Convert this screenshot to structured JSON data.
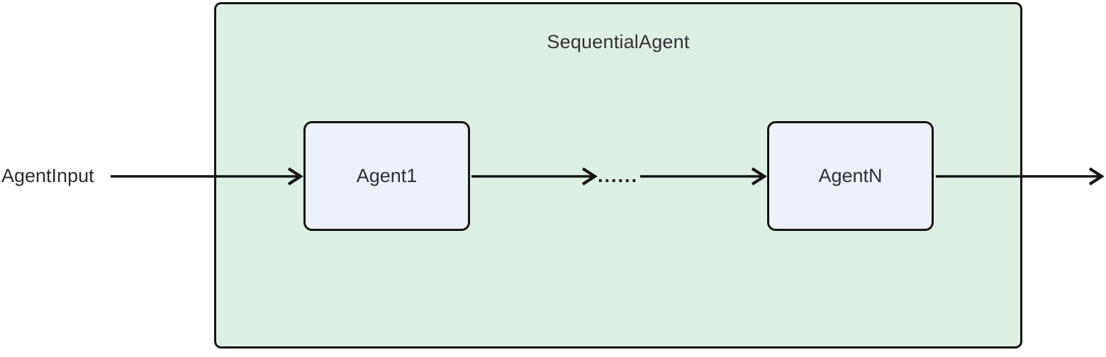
{
  "diagram": {
    "type": "flowchart",
    "direction": "left-to-right",
    "cluster": {
      "label": "SequentialAgent",
      "fill_color": "#def0e4",
      "border_color": "#141414"
    },
    "external_input": {
      "label": "AgentInput"
    },
    "nodes": [
      {
        "id": "agent1",
        "label": "Agent1",
        "fill_color": "#edf1fb",
        "border_color": "#141414"
      },
      {
        "id": "agentN",
        "label": "AgentN",
        "fill_color": "#edf1fb",
        "border_color": "#141414"
      }
    ],
    "ellipsis": {
      "label": "......"
    },
    "edges": [
      {
        "from": "AgentInput",
        "to": "Agent1"
      },
      {
        "from": "Agent1",
        "to": "ellipsis"
      },
      {
        "from": "ellipsis",
        "to": "AgentN"
      },
      {
        "from": "AgentN",
        "to": "output"
      }
    ],
    "edge_color": "#141414",
    "text_color": "#333333",
    "background_color": "#ffffff"
  }
}
